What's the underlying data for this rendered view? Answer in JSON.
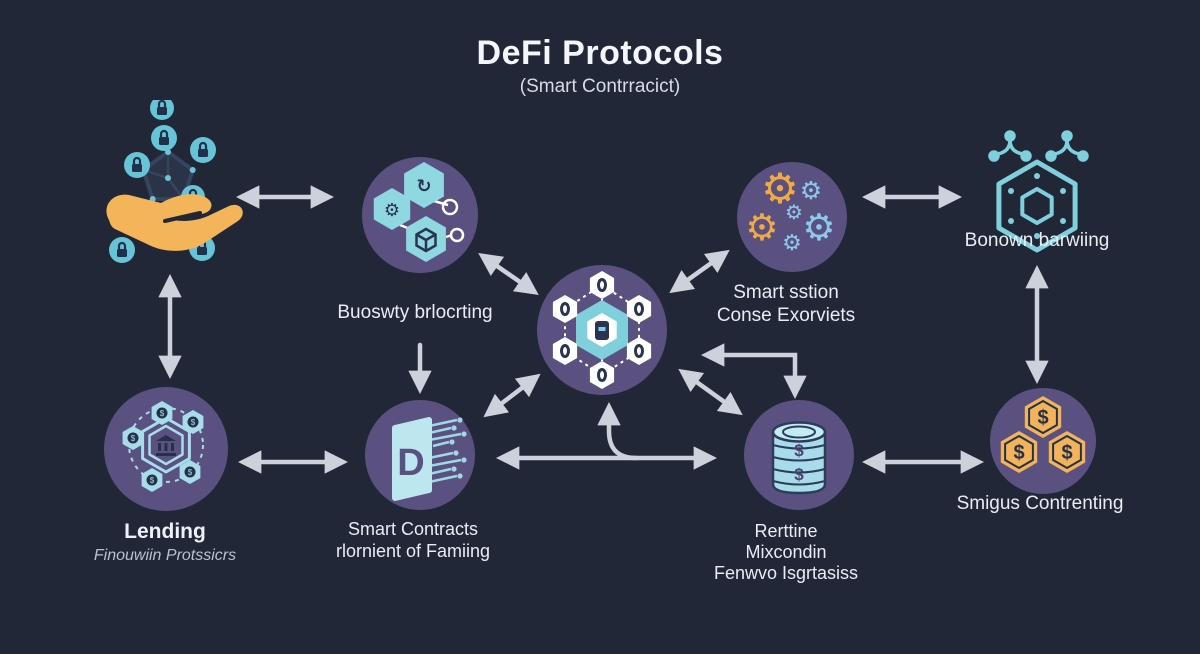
{
  "title": "DeFi Protocols",
  "subtitle": "(Smart Contrracict)",
  "colors": {
    "background": "#212737",
    "node_circle": "#5a5181",
    "teal": "#8fd8e2",
    "teal_light": "#bde7ee",
    "orange": "#f2b155",
    "arrow": "#ccd1dc",
    "text": "#e9ecf3",
    "dark_glyph": "#253049"
  },
  "icons": {
    "gear_glyph": "⚙",
    "refresh_glyph": "↻",
    "dollar_glyph": "$",
    "d_glyph": "D"
  },
  "nodes": {
    "hand_network": {
      "icon": "hand-holding-network-icon"
    },
    "bundled_blocks": {
      "icon": "linked-hexagons-icon",
      "label": "Buoswty brlocrting"
    },
    "core_protocol": {
      "icon": "hexagon-network-lock-icon"
    },
    "gears": {
      "icon": "gears-icon",
      "label_lines": [
        "Smart sstion",
        "Conse Exorviets"
      ]
    },
    "borrowing": {
      "icon": "hexagon-molecule-icon",
      "label": "Bonown barwiing"
    },
    "lending": {
      "icon": "hexagon-cluster-bank-icon",
      "title": "Lending",
      "subtitle": "Finouwiin Protssicrs"
    },
    "smart_contracts": {
      "icon": "d-ledger-circuit-icon",
      "label_lines": [
        "Smart Contracts",
        "rlornient of Famiing"
      ]
    },
    "reserves": {
      "icon": "coin-stack-icon",
      "label_lines": [
        "Rerttine",
        "Mixcondin",
        "Fenwvo Isgrtasiss"
      ]
    },
    "collateral": {
      "icon": "dollar-hexagons-icon",
      "label": "Smigus Contrenting"
    }
  }
}
